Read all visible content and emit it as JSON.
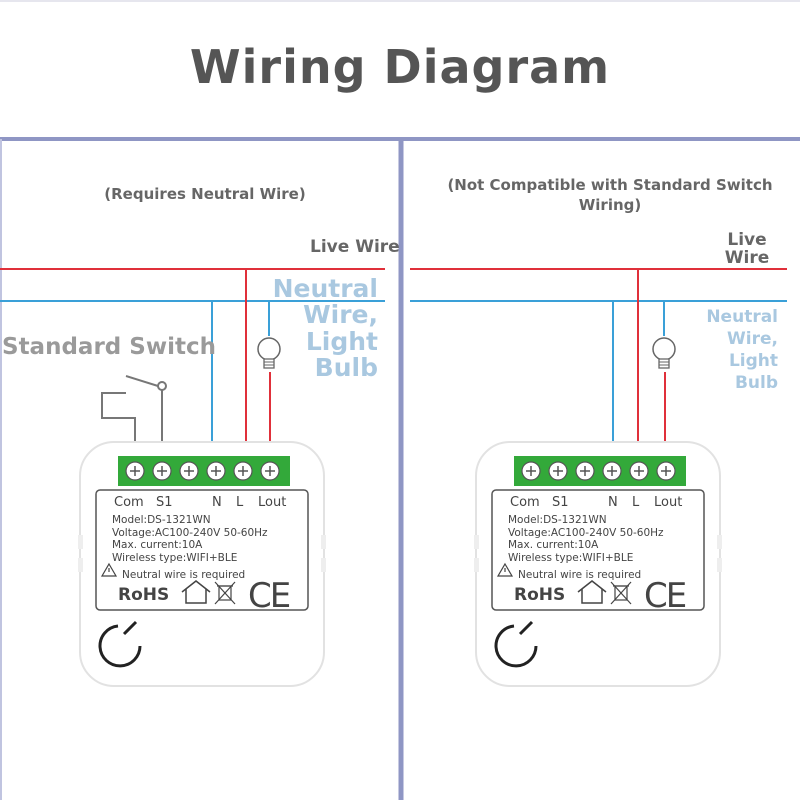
{
  "title": "Wiring Diagram",
  "left_panel": {
    "caption": "(Requires Neutral Wire)",
    "live_label": "Live Wire",
    "neutral_label_lines": [
      "Neutral",
      "Wire,",
      "Light",
      "Bulb"
    ],
    "switch_label": "Standard Switch"
  },
  "right_panel": {
    "caption_lines": [
      "(Not Compatible with Standard Switch",
      "Wiring)"
    ],
    "live_label_lines": [
      "Live",
      "Wire"
    ],
    "neutral_label_lines": [
      "Neutral",
      "Wire,",
      "Light",
      "Bulb"
    ]
  },
  "device": {
    "terminals": [
      "Com",
      "S1",
      "N",
      "L",
      "Lout"
    ],
    "info_lines": [
      "Model:DS-1321WN",
      "Voltage:AC100-240V  50-60Hz",
      "Max. current:10A",
      "Wireless type:WIFI+BLE"
    ],
    "warning": "Neutral wire is required",
    "rohs": "RoHS",
    "ce": "CE"
  },
  "colors": {
    "live": "#e0303a",
    "neutral": "#3aa0d8",
    "divider": "#8f96c4",
    "switch": "#777777"
  }
}
